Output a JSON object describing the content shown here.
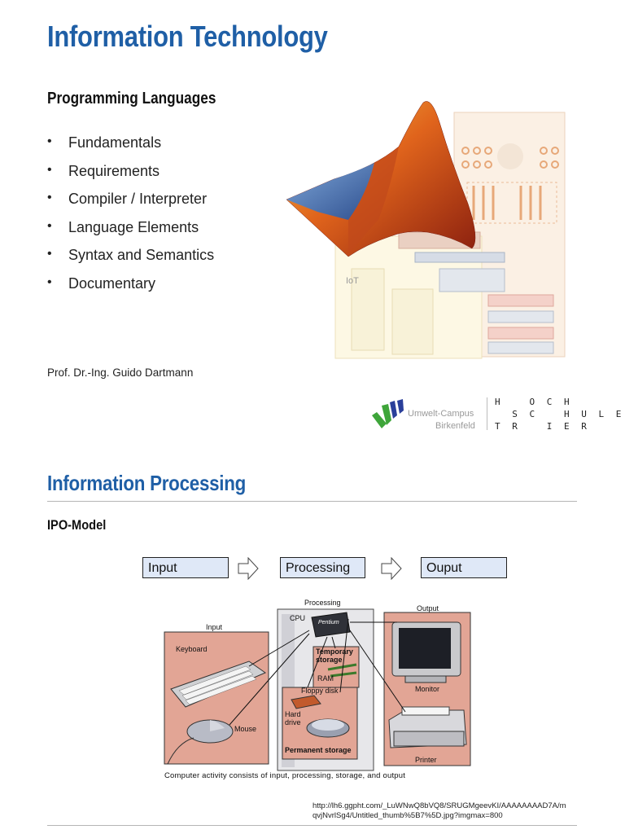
{
  "slide1": {
    "title": "Information Technology",
    "subtitle": "Programming Languages",
    "bullets": [
      "Fundamentals",
      "Requirements",
      "Compiler / Interpreter",
      "Language Elements",
      "Syntax and Semantics",
      "Documentary"
    ],
    "author": "Prof. Dr.-Ing. Guido Dartmann",
    "image_text": "IoT"
  },
  "logo": {
    "campus_line1": "Umwelt-Campus",
    "campus_line2": "Birkenfeld",
    "hs_line1": "H   O C H",
    "hs_line2": "  S C   H U L E",
    "hs_line3": "T R   I E R",
    "colors": {
      "green": "#3ea53a",
      "blue": "#2a3f9a",
      "grey": "#9a9a9a"
    }
  },
  "slide2": {
    "title": "Information Processing",
    "subtitle": "IPO-Model",
    "ipo": [
      "Input",
      "Processing",
      "Ouput"
    ],
    "figure": {
      "input_title": "Input",
      "processing_title": "Processing",
      "output_title": "Output",
      "keyboard": "Keyboard",
      "mouse": "Mouse",
      "cpu": "CPU",
      "pentium": "Pentium",
      "temporary_storage": "Temporary storage",
      "ram": "RAM",
      "floppy": "Floppy disk",
      "hard_drive": "Hard drive",
      "permanent_storage": "Permanent storage",
      "monitor": "Monitor",
      "printer": "Printer",
      "caption": "Computer activity consists of input, processing, storage, and output"
    },
    "source_url_line1": "http://lh6.ggpht.com/_LuWNwQ8bVQ8/SRUGMgeevKI/AAAAAAAAD7A/m",
    "source_url_line2": "qvjNvrlSg4/Untitled_thumb%5B7%5D.jpg?imgmax=800"
  },
  "colors": {
    "title_blue": "#1f5fa6",
    "box_fill": "#dfe8f7",
    "salmon": "#e2a595"
  }
}
